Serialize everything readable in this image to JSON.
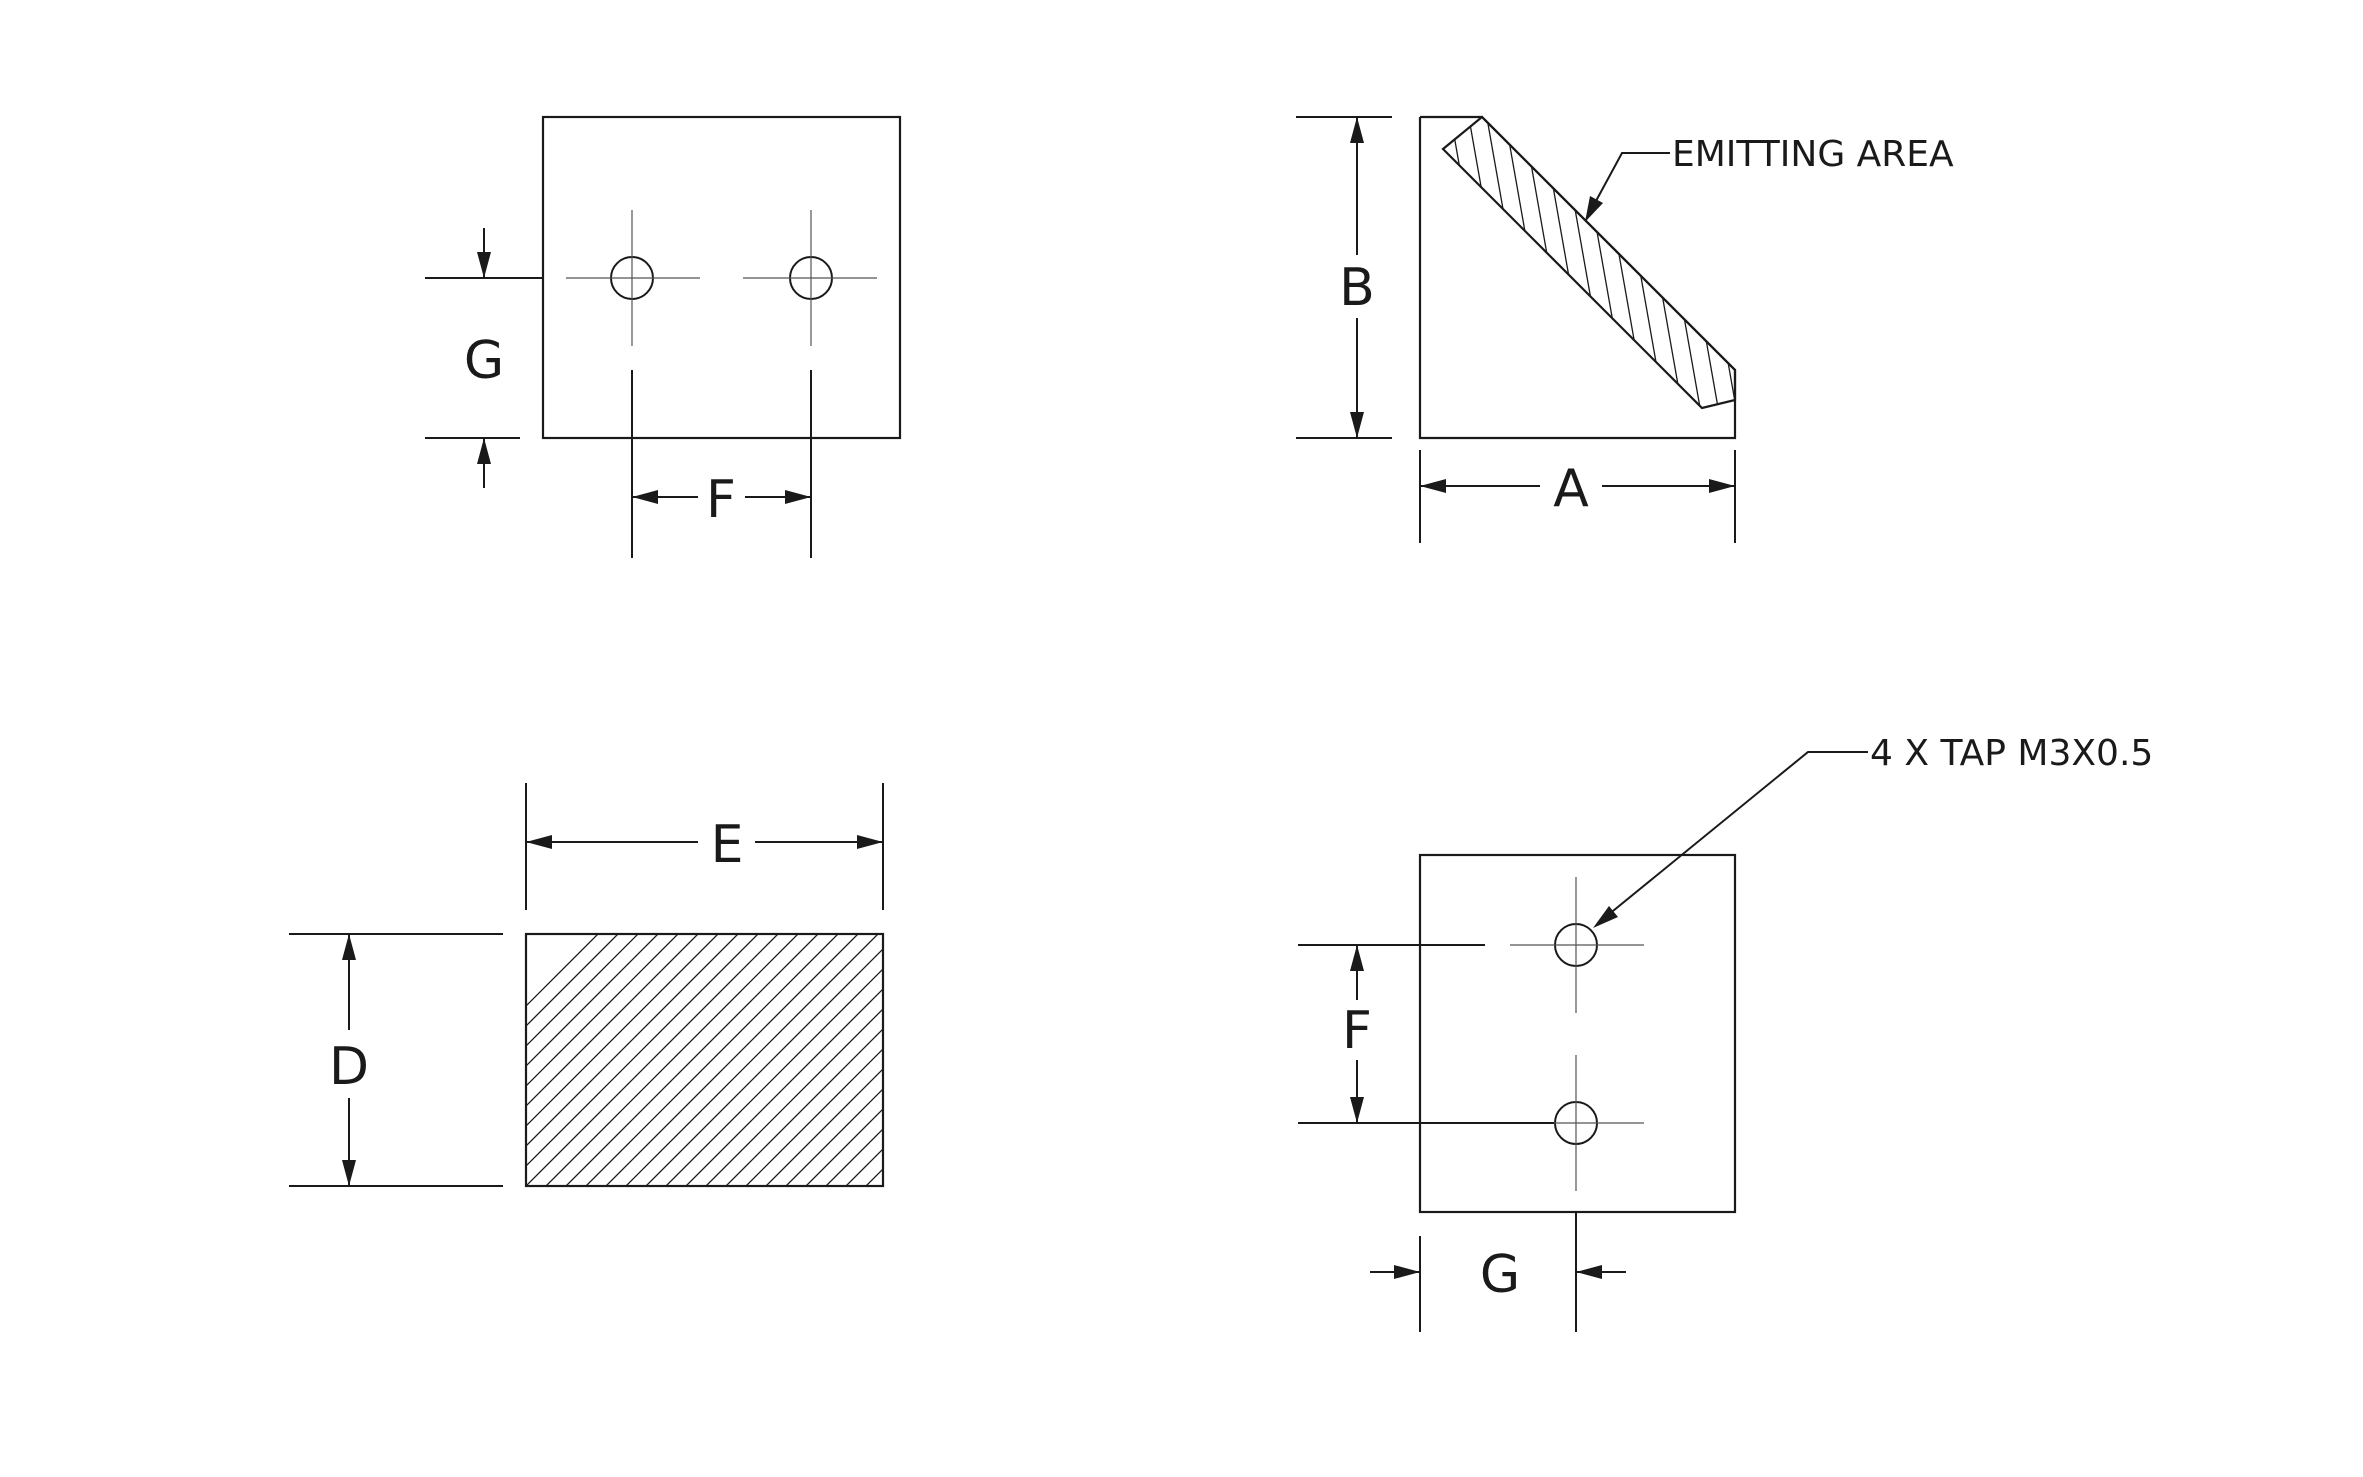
{
  "labels": {
    "A": "A",
    "B": "B",
    "D": "D",
    "E": "E",
    "F": "F",
    "G": "G"
  },
  "notes": {
    "emitting_area": "EMITTING AREA",
    "tap": "4 X TAP M3X0.5"
  }
}
